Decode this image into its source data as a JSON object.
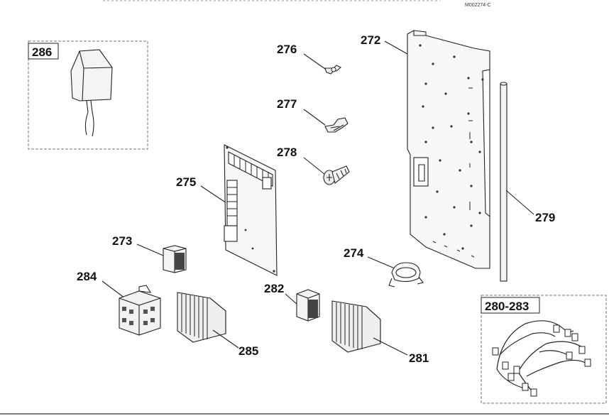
{
  "reference": "M002274-C",
  "inset_boxes": {
    "box_286": {
      "label": "286"
    },
    "box_280_283": {
      "label": "280-283"
    }
  },
  "callouts": {
    "p272": "272",
    "p273": "273",
    "p274": "274",
    "p275": "275",
    "p276": "276",
    "p277": "277",
    "p278": "278",
    "p279": "279",
    "p281": "281",
    "p282": "282",
    "p284": "284",
    "p285": "285"
  }
}
